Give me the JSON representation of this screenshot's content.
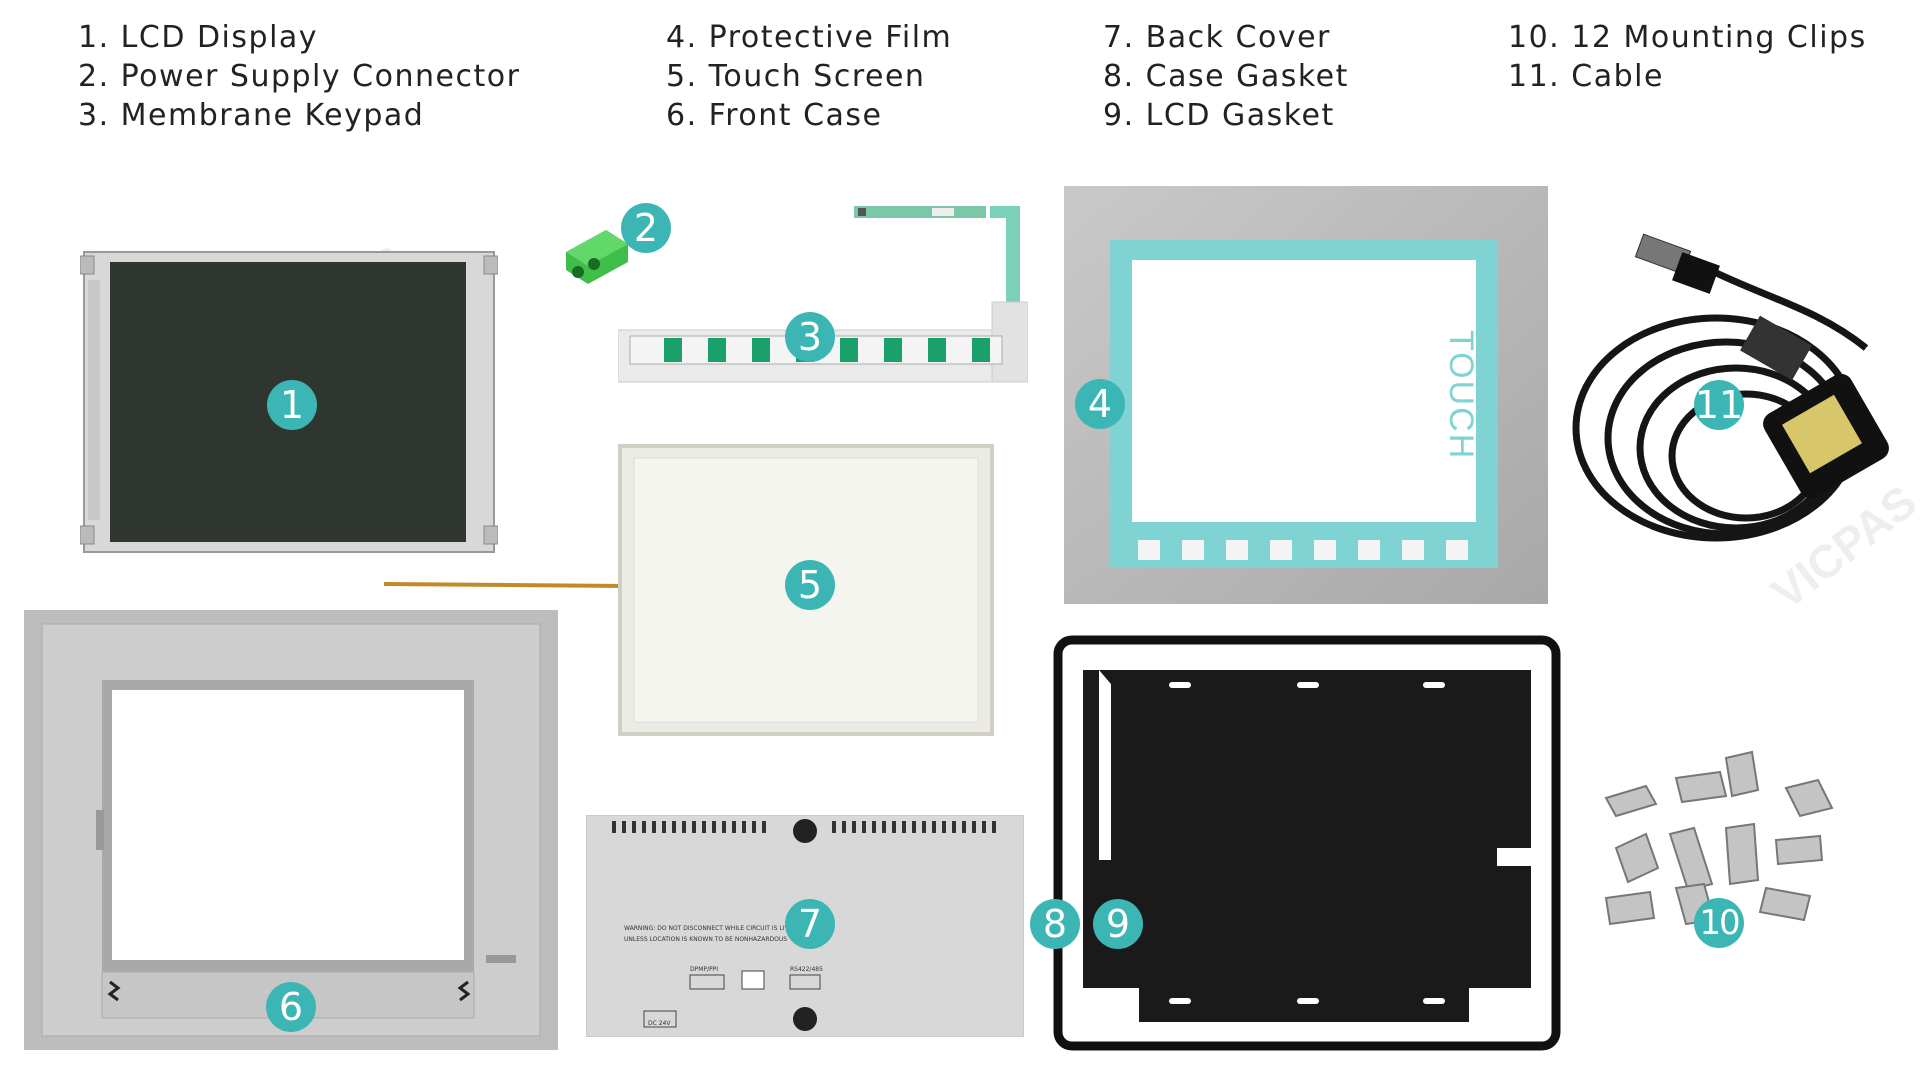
{
  "legend": {
    "col1": [
      "1. LCD Display",
      "2. Power Supply Connector",
      "3. Membrane Keypad"
    ],
    "col2": [
      "4. Protective Film",
      "5. Touch Screen",
      "6. Front Case"
    ],
    "col3": [
      "7. Back Cover",
      "8. Case Gasket",
      "9. LCD Gasket"
    ],
    "col4": [
      "10. 12 Mounting Clips",
      "11. Cable"
    ]
  },
  "badges": {
    "b1": "1",
    "b2": "2",
    "b3": "3",
    "b4": "4",
    "b5": "5",
    "b6": "6",
    "b7": "7",
    "b8": "8",
    "b9": "9",
    "b10": "10",
    "b11": "11"
  },
  "film_side_text": "TOUCH",
  "back_cover": {
    "warning_line1": "WARNING: DO NOT DISCONNECT WHILE CIRCUIT IS LIVE",
    "warning_line2": "UNLESS LOCATION IS KNOWN TO BE NONHAZARDOUS",
    "port1_label": "DPMP/PPI",
    "port2_label": "RS422/485",
    "power_label": "DC 24V"
  },
  "watermark": "VICPAS",
  "colors": {
    "accent": "#3cb6b4",
    "film_blue": "#7fd3d3"
  }
}
